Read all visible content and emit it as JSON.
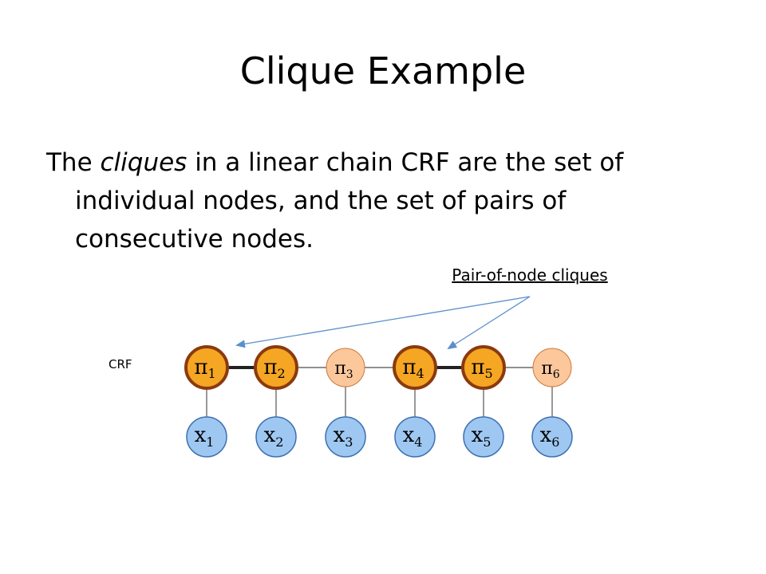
{
  "slide": {
    "title": "Clique Example",
    "body": {
      "prefix": "The ",
      "emph": "cliques",
      "line1_rest": " in a linear chain CRF are the set of",
      "line2": "individual nodes, and the set of pairs of",
      "line3": "consecutive nodes."
    }
  },
  "diagram": {
    "annotation": "Pair-of-node cliques",
    "side_label": "CRF",
    "label_nodes": [
      {
        "base": "π",
        "sub": "1",
        "highlighted": true
      },
      {
        "base": "π",
        "sub": "2",
        "highlighted": true
      },
      {
        "base": "π",
        "sub": "3",
        "highlighted": false
      },
      {
        "base": "π",
        "sub": "4",
        "highlighted": true
      },
      {
        "base": "π",
        "sub": "5",
        "highlighted": true
      },
      {
        "base": "π",
        "sub": "6",
        "highlighted": false
      }
    ],
    "observation_nodes": [
      {
        "base": "x",
        "sub": "1"
      },
      {
        "base": "x",
        "sub": "2"
      },
      {
        "base": "x",
        "sub": "3"
      },
      {
        "base": "x",
        "sub": "4"
      },
      {
        "base": "x",
        "sub": "5"
      },
      {
        "base": "x",
        "sub": "6"
      }
    ],
    "colors": {
      "highlight_fill": "#f5a623",
      "highlight_stroke": "#8b3a0e",
      "plain_fill": "#fbc79b",
      "plain_stroke": "#c97a3d",
      "obs_fill": "#9ec8f2",
      "obs_stroke": "#3d6fb0",
      "arrow": "#5a8fcb"
    }
  }
}
